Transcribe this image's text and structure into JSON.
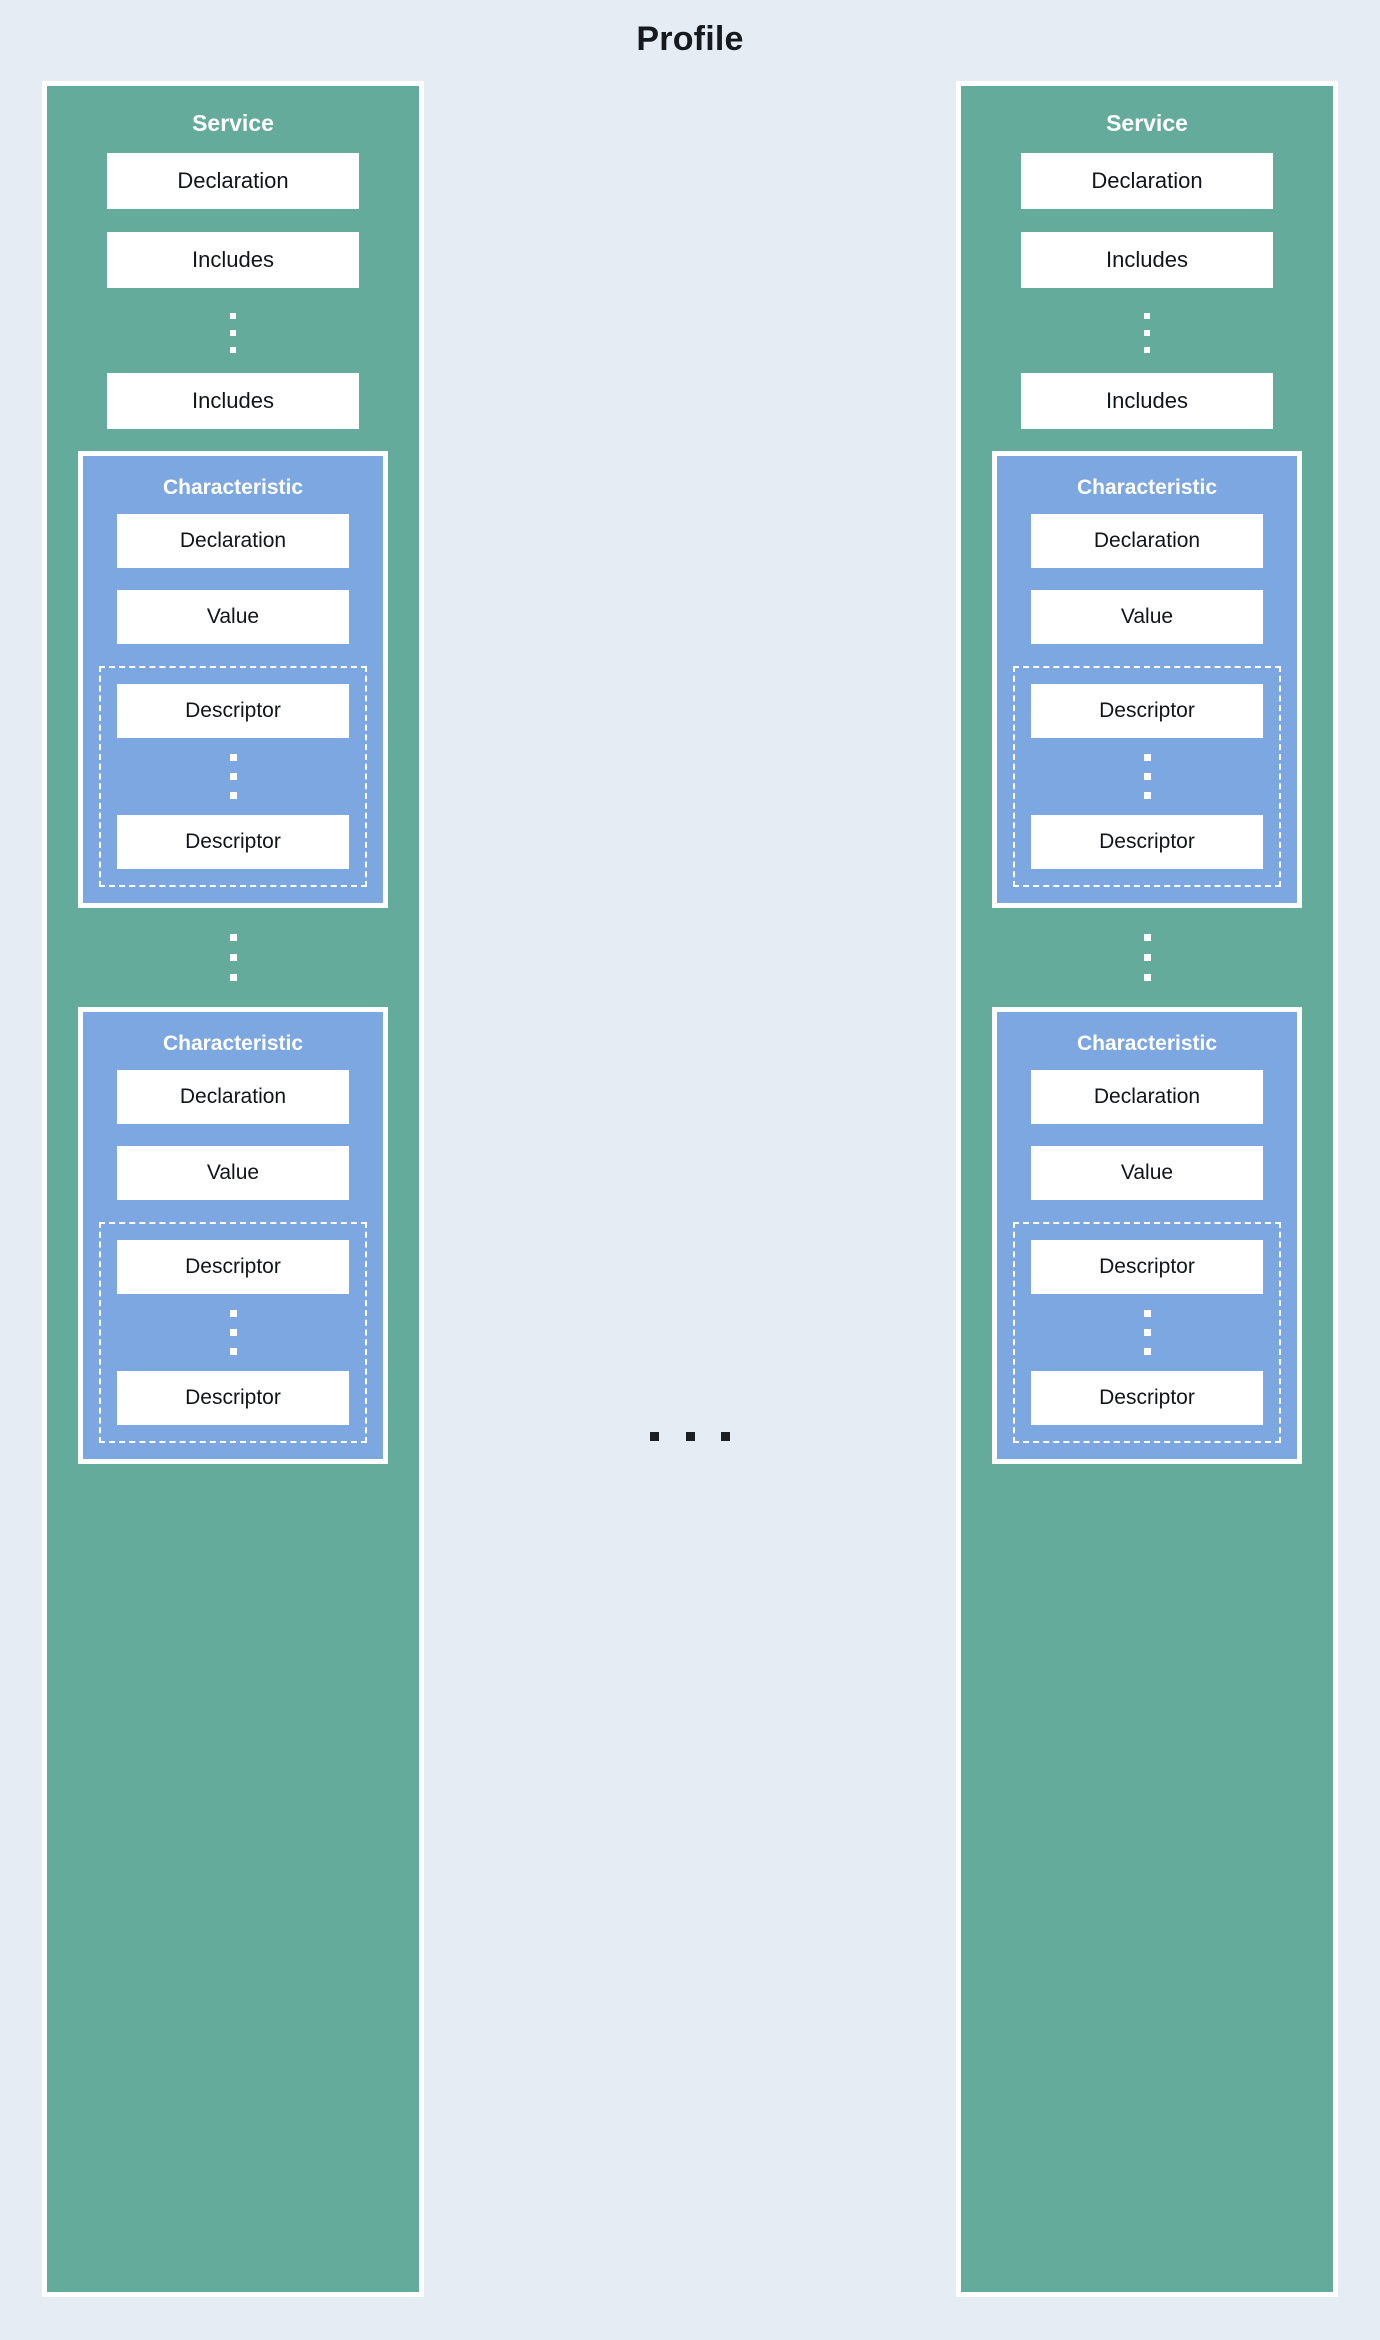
{
  "title": "Profile",
  "colors": {
    "background": "#e5ecf4",
    "service": "#65ab9b",
    "characteristic": "#7da7e0",
    "box": "#ffffff",
    "text": "#111418",
    "title_text": "#16191d",
    "dot_light": "#ffffff",
    "dot_dark": "#1b1f24"
  },
  "ellipsis": {
    "horizontal_label": "...",
    "vertical_label": "..."
  },
  "services": [
    {
      "title": "Service",
      "boxes": [
        {
          "label": "Declaration"
        },
        {
          "label": "Includes"
        }
      ],
      "boxes_after_dots": [
        {
          "label": "Includes"
        }
      ],
      "characteristics": [
        {
          "title": "Characteristic",
          "boxes": [
            {
              "label": "Declaration"
            },
            {
              "label": "Value"
            }
          ],
          "descriptors": [
            {
              "label": "Descriptor"
            },
            {
              "label": "Descriptor"
            }
          ]
        },
        {
          "title": "Characteristic",
          "boxes": [
            {
              "label": "Declaration"
            },
            {
              "label": "Value"
            }
          ],
          "descriptors": [
            {
              "label": "Descriptor"
            },
            {
              "label": "Descriptor"
            }
          ]
        }
      ]
    },
    {
      "title": "Service",
      "boxes": [
        {
          "label": "Declaration"
        },
        {
          "label": "Includes"
        }
      ],
      "boxes_after_dots": [
        {
          "label": "Includes"
        }
      ],
      "characteristics": [
        {
          "title": "Characteristic",
          "boxes": [
            {
              "label": "Declaration"
            },
            {
              "label": "Value"
            }
          ],
          "descriptors": [
            {
              "label": "Descriptor"
            },
            {
              "label": "Descriptor"
            }
          ]
        },
        {
          "title": "Characteristic",
          "boxes": [
            {
              "label": "Declaration"
            },
            {
              "label": "Value"
            }
          ],
          "descriptors": [
            {
              "label": "Descriptor"
            },
            {
              "label": "Descriptor"
            }
          ]
        }
      ]
    }
  ]
}
